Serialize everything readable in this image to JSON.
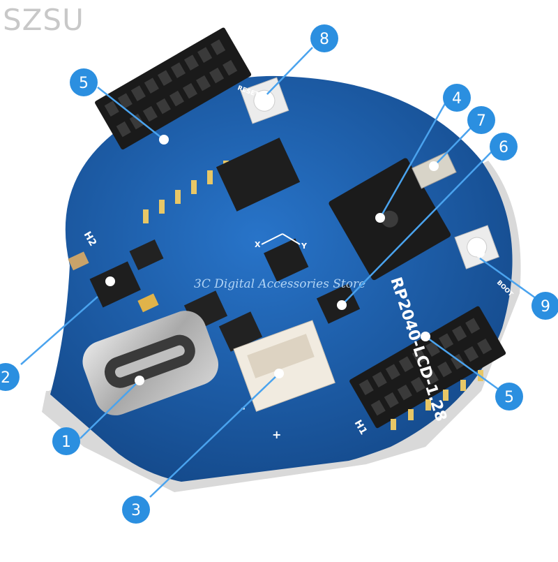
{
  "watermark": "SZSU",
  "store_watermark": "3C Digital Accessories Store",
  "board": {
    "silkscreen_model": "RP2040-LCD-1.28",
    "header_h1": "H1",
    "header_h2": "H2",
    "reset_label": "RESET",
    "boot_label": "BOOT",
    "gyro_x": "X",
    "gyro_y": "Y",
    "battery_minus": "-",
    "battery_plus": "+"
  },
  "callouts": [
    "8",
    "5",
    "4",
    "7",
    "6",
    "2",
    "9",
    "5",
    "1",
    "3"
  ],
  "colors": {
    "pcb": "#1d63b3",
    "pcb_dark": "#144a8a",
    "callout": "#2b8fe0",
    "header": "#1a1a1a"
  }
}
